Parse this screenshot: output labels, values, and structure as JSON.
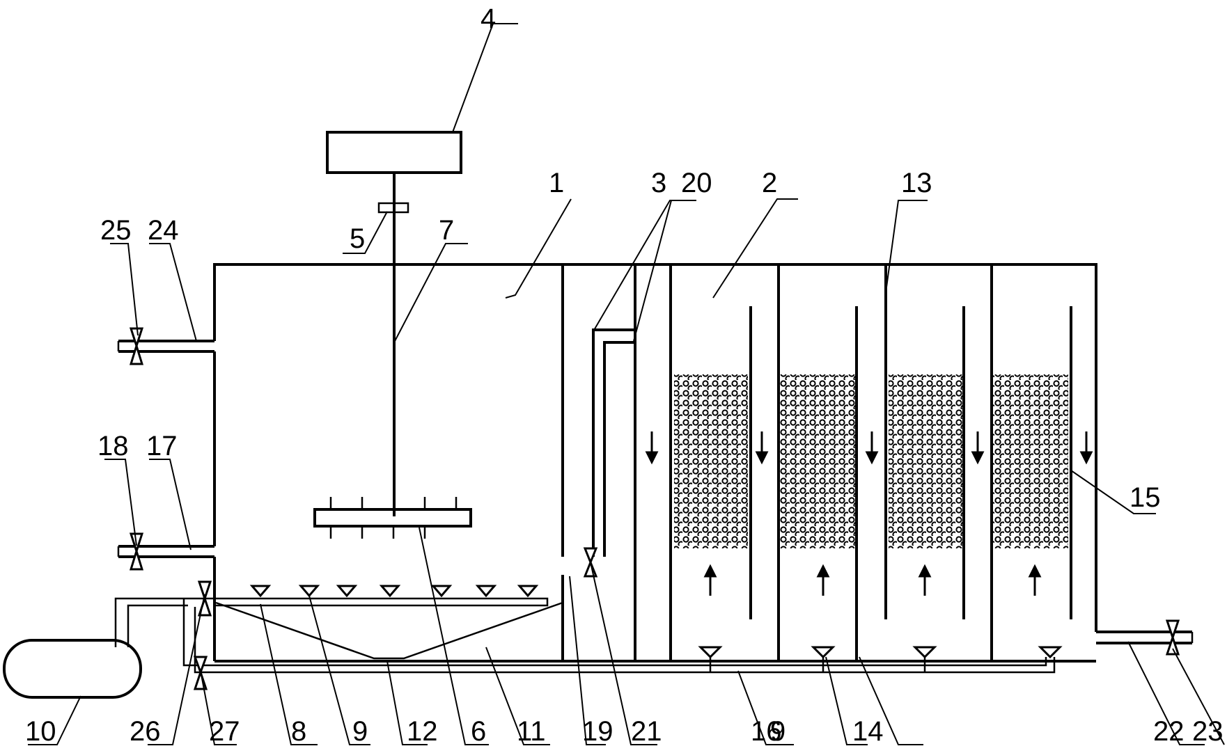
{
  "labels": {
    "l1": "1",
    "l2": "2",
    "l3": "3",
    "l4": "4",
    "l5": "5",
    "l6": "6",
    "l7": "7",
    "l8": "8",
    "l9a": "9",
    "l9b": "9",
    "l10": "10",
    "l11": "11",
    "l12": "12",
    "l13": "13",
    "l14": "14",
    "l15": "15",
    "l16": "16",
    "l17": "17",
    "l18": "18",
    "l19": "19",
    "l20": "20",
    "l21": "21",
    "l22": "22",
    "l23": "23",
    "l24": "24",
    "l25": "25",
    "l26": "26",
    "l27": "27"
  },
  "colors": {
    "line": "#000000",
    "background": "#ffffff"
  },
  "icons": {
    "valve": "valve-icon",
    "diffuser": "aerator-icon",
    "flow_down": "arrow-down-icon",
    "flow_up": "arrow-up-icon",
    "packing": "packing-media"
  }
}
